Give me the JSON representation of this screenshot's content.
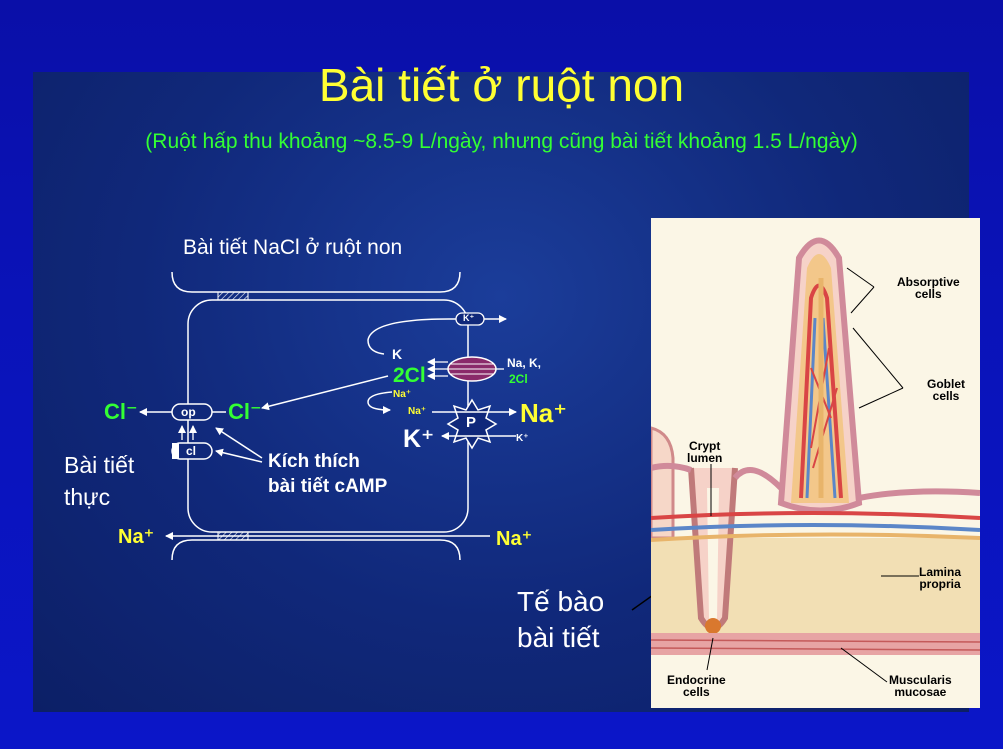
{
  "slide": {
    "title": "Bài tiết ở ruột non",
    "subtitle": "(Ruột hấp thu khoảng ~8.5-9 L/ngày, nhưng cũng bài tiết khoảng 1.5 L/ngày)"
  },
  "nacl_diagram": {
    "heading": "Bài tiết NaCl ở ruột non",
    "left_cl": "Cl⁻",
    "inner_cl": "Cl⁻",
    "channel_op": "op",
    "channel_cl": "cl",
    "net_secretion_line1": "Bài tiết",
    "net_secretion_line2": "thực",
    "camp_line1": "Kích thích",
    "camp_line2": "bài tiết cAMP",
    "k_in": "K",
    "two_cl": "2Cl",
    "cotransporter_line1": "Na, K,",
    "cotransporter_line2": "2Cl",
    "na_small_1": "Na⁺",
    "na_small_2": "Na⁺",
    "na_big_right": "Na⁺",
    "k_big": "K⁺",
    "k_small": "K⁺",
    "pump_label": "P",
    "k_channel": "K⁺",
    "na_bottom_left": "Na⁺",
    "na_bottom_right": "Na⁺"
  },
  "secretory_callout": {
    "line1": "Tế bào",
    "line2": "bài tiết"
  },
  "histology": {
    "absorptive_cells": [
      "Absorptive",
      "cells"
    ],
    "goblet_cells": [
      "Goblet",
      "cells"
    ],
    "crypt_lumen": [
      "Crypt",
      "lumen"
    ],
    "lamina_propria": [
      "Lamina",
      "propria"
    ],
    "endocrine_cells": [
      "Endocrine",
      "cells"
    ],
    "muscularis_mucosae": [
      "Muscularis",
      "mucosae"
    ]
  },
  "colors": {
    "background": "#0b14bd",
    "panel": "#12297e",
    "title": "#ffff33",
    "subtitle": "#33ff33",
    "label_white": "#ffffff"
  }
}
